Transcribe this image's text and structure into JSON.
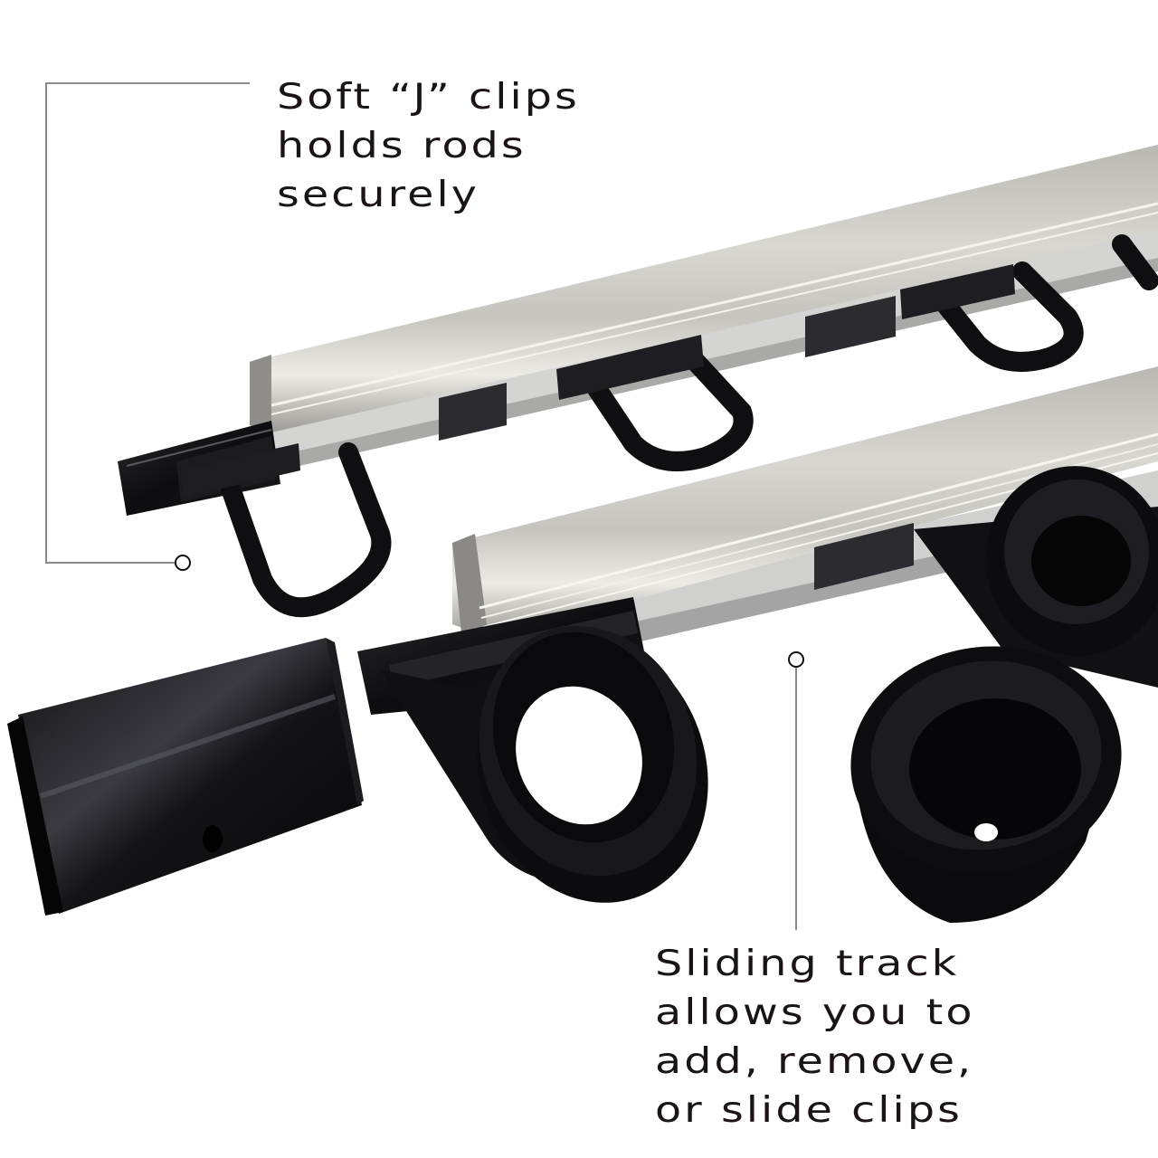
{
  "image": {
    "subject": "fishing rod rack with aluminum sliding tracks, J-clips, ring holders and end cap",
    "background_color": "#ffffff",
    "colors": {
      "aluminum": "#c9c8c4",
      "aluminum_highlight": "#ecebe7",
      "plastic_black": "#0e0e10",
      "leader_line": "#8a8a8a",
      "text": "#1a1414"
    }
  },
  "callouts": {
    "top": {
      "lines": [
        "Soft “J” clips",
        "holds rods",
        "securely"
      ],
      "points_to": "J clip"
    },
    "bottom": {
      "lines": [
        "Sliding track",
        "allows you to",
        "add, remove,",
        "or slide clips"
      ],
      "points_to": "sliding track"
    }
  }
}
